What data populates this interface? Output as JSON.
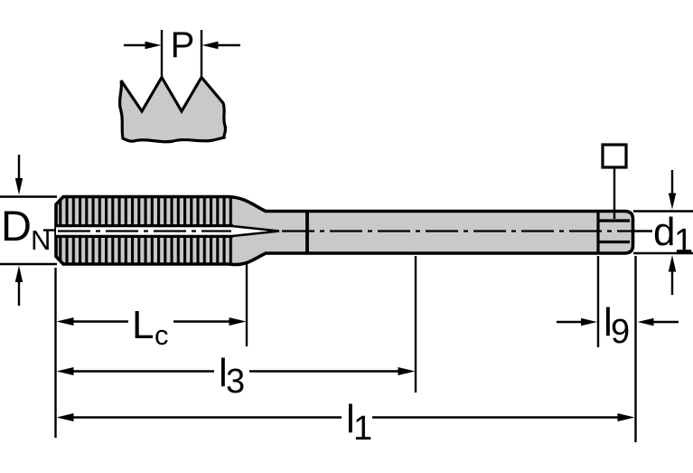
{
  "drawing": {
    "description": "Technical line drawing of a machine tap (side view) with thread pitch detail and dimension callouts",
    "colors": {
      "background": "#ffffff",
      "body_fill": "#c9c9c9",
      "line": "#000000"
    },
    "labels": {
      "p": {
        "base": "P"
      },
      "dn": {
        "base": "D",
        "sub": "N"
      },
      "d1": {
        "base": "d",
        "sub": "1"
      },
      "lc": {
        "base": "L",
        "sub": "c"
      },
      "l3": {
        "base": "l",
        "sub": "3"
      },
      "l1": {
        "base": "l",
        "sub": "1"
      },
      "l9": {
        "base": "l",
        "sub": "9"
      }
    }
  }
}
